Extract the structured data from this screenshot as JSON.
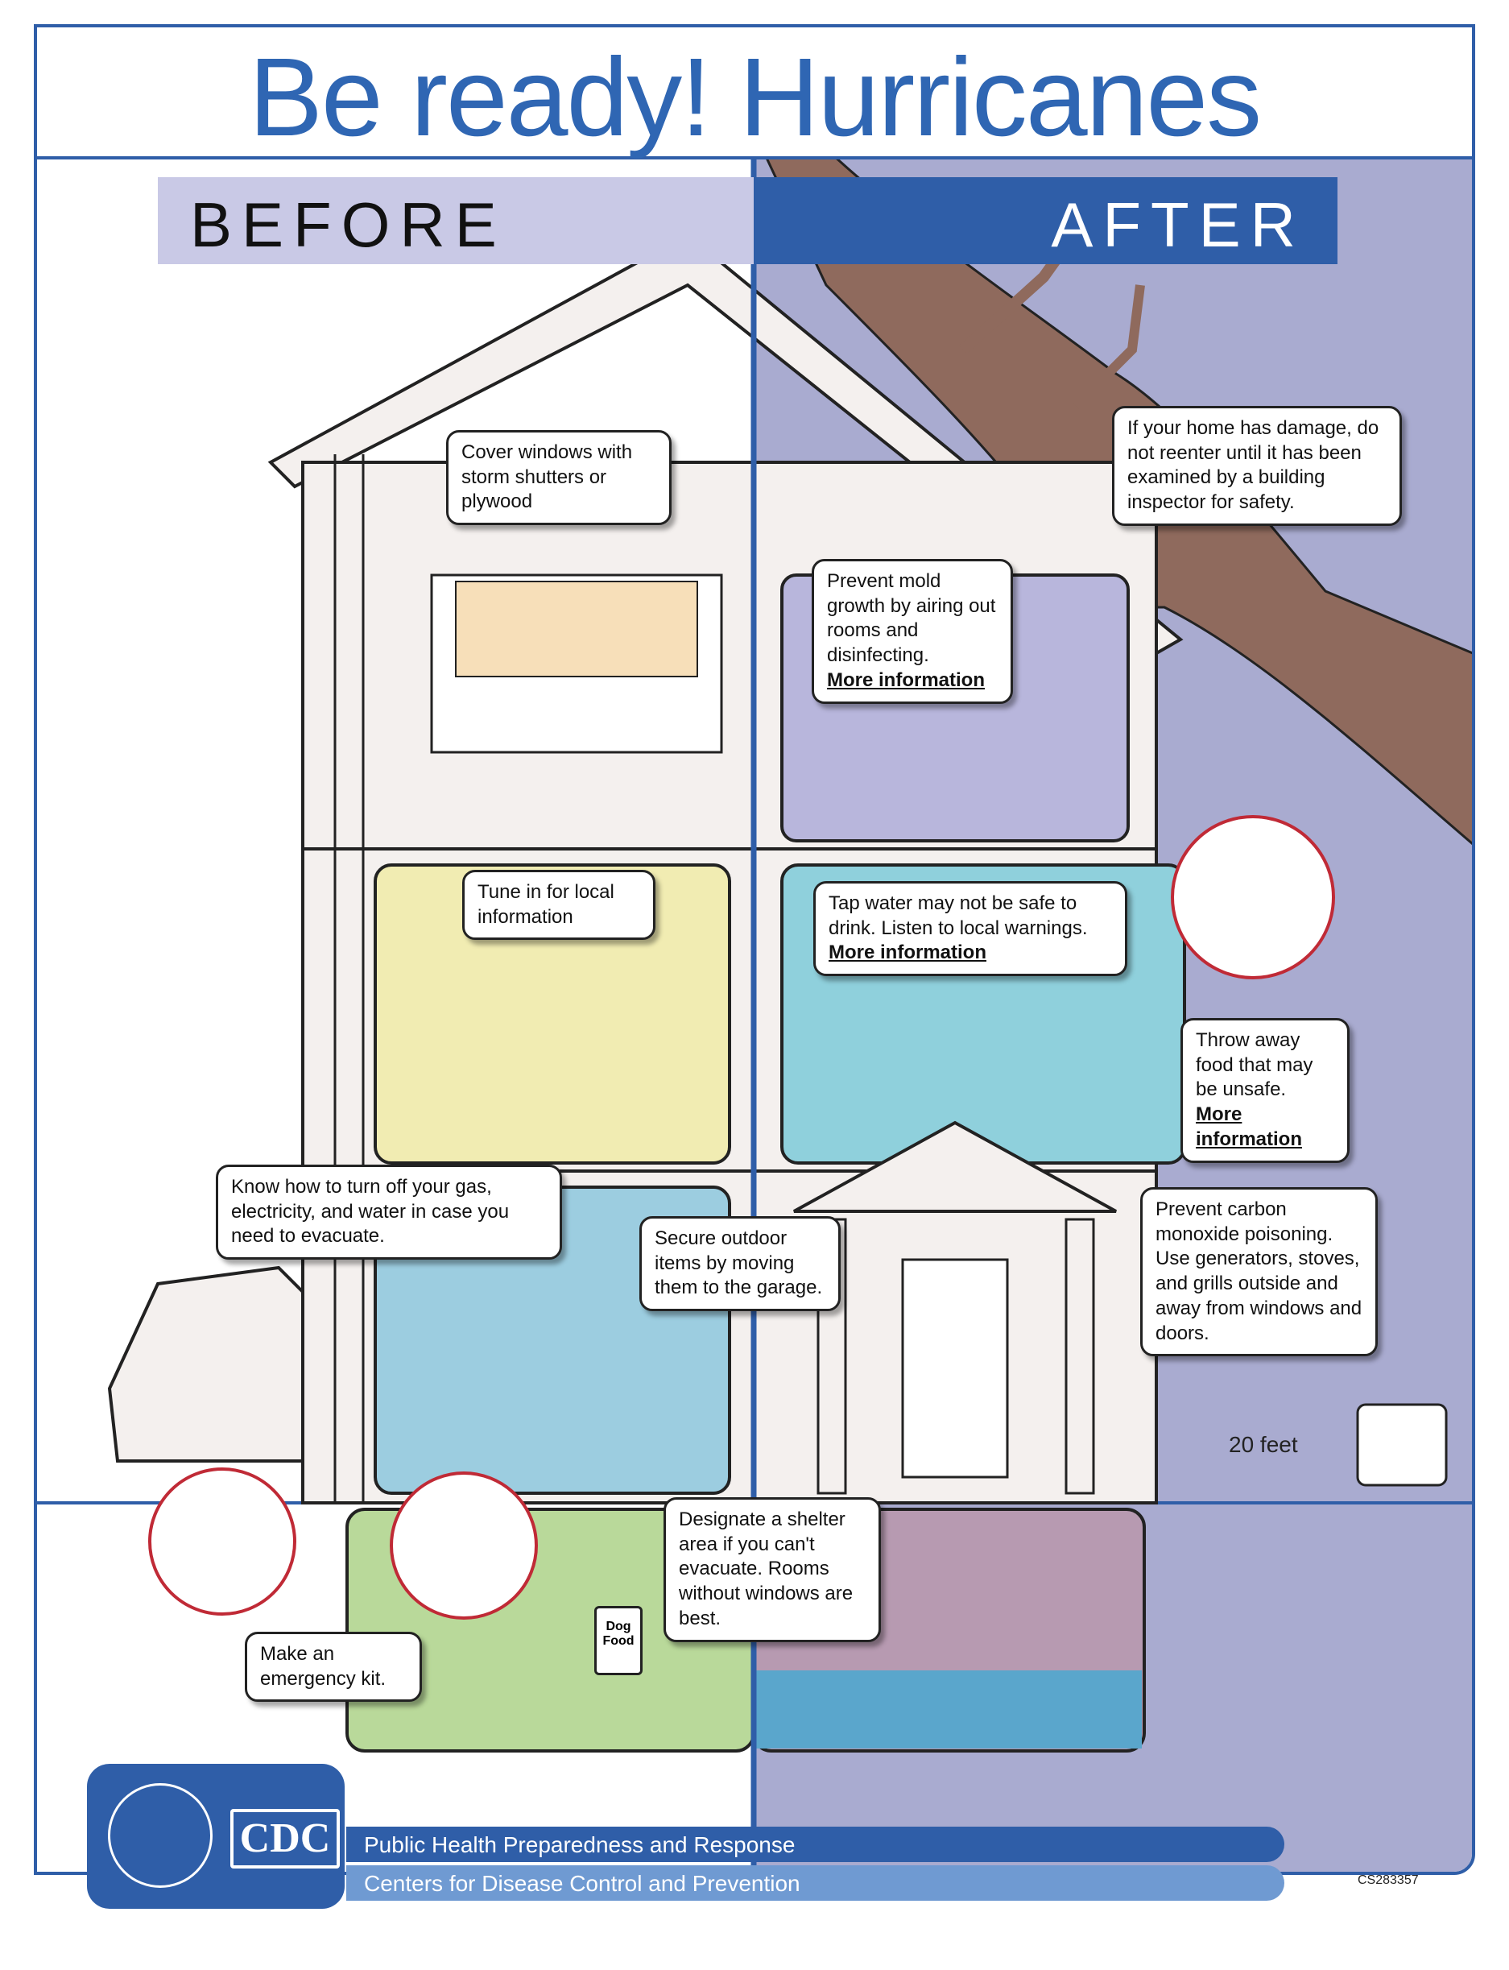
{
  "title": "Be ready!  Hurricanes",
  "sections": {
    "before": "BEFORE",
    "after": "AFTER"
  },
  "bubbles": {
    "cover_windows": "Cover windows with storm shutters or plywood",
    "damage": "If your home has damage, do not reenter until it has been examined by a building inspector for safety.",
    "mold": "Prevent mold growth by airing out rooms and disinfecting.",
    "mold_more": "More information",
    "tune_in": "Tune in for local information",
    "tap_water": "Tap water may not be safe to drink. Listen to local warnings.",
    "tap_water_more": "More information",
    "throw_food": "Throw away food that may be unsafe.",
    "throw_food_more": "More information",
    "utilities": "Know how to turn off your gas, electricity, and water in case you need to evacuate.",
    "secure_outdoor": "Secure outdoor items by moving them to the garage.",
    "carbon_monoxide": "Prevent carbon monoxide poisoning. Use generators, stoves, and grills outside and away from windows and doors.",
    "shelter": "Designate a shelter area if you can't evacuate. Rooms without windows are best.",
    "kit": "Make an emergency kit."
  },
  "labels": {
    "distance": "20 feet",
    "dog_food": "Dog Food"
  },
  "footer": {
    "line1": "Public Health Preparedness and Response",
    "line2": "Centers for Disease Control and Prevention",
    "logo": "CDC",
    "code": "CS283357"
  },
  "colors": {
    "brand_blue": "#2f5ea8",
    "before_band": "#c9c9e6",
    "after_bg": "#a9abd0",
    "attic_room": "#b8b6dc",
    "living_room": "#f1ecb2",
    "kitchen": "#8fd0dc",
    "garage": "#9ccde0",
    "basement_before": "#b9d99a",
    "basement_after": "#b79ab1",
    "flood_water": "#5aa6cc",
    "tree": "#8f6a5d"
  }
}
